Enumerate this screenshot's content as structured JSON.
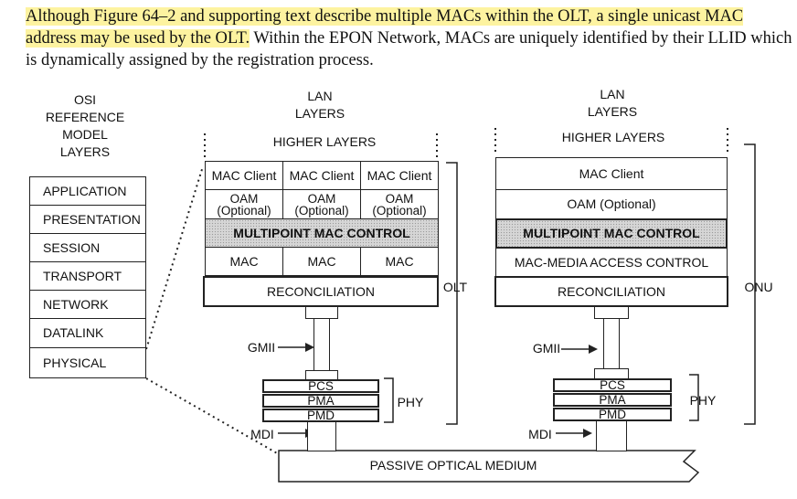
{
  "paragraph": {
    "highlighted": "Although Figure 64–2 and supporting text describe multiple MACs within the OLT, a single unicast MAC address may be used by the OLT.",
    "rest": " Within the EPON Network, MACs are uniquely identified by their LLID which is dynamically assigned by the registration process."
  },
  "osi": {
    "title": [
      "OSI",
      "REFERENCE",
      "MODEL",
      "LAYERS"
    ],
    "layers": [
      "APPLICATION",
      "PRESENTATION",
      "SESSION",
      "TRANSPORT",
      "NETWORK",
      "DATALINK",
      "PHYSICAL"
    ]
  },
  "olt": {
    "lan_title": [
      "LAN",
      "LAYERS"
    ],
    "higher": "HIGHER LAYERS",
    "mac_client": "MAC Client",
    "oam": [
      "OAM",
      "(Optional)"
    ],
    "mpcp": "MULTIPOINT MAC CONTROL",
    "mac": "MAC",
    "reconciliation": "RECONCILIATION",
    "label": "OLT",
    "gmii": "GMII",
    "pcs": "PCS",
    "pma": "PMA",
    "pmd": "PMD",
    "phy": "PHY",
    "mdi": "MDI"
  },
  "onu": {
    "lan_title": [
      "LAN",
      "LAYERS"
    ],
    "higher": "HIGHER LAYERS",
    "mac_client": "MAC Client",
    "oam": "OAM (Optional)",
    "mpcp": "MULTIPOINT MAC CONTROL",
    "mac": "MAC-MEDIA ACCESS CONTROL",
    "reconciliation": "RECONCILIATION",
    "label": "ONU",
    "gmii": "GMII",
    "pcs": "PCS",
    "pma": "PMA",
    "pmd": "PMD",
    "phy": "PHY",
    "mdi": "MDI"
  },
  "medium": "PASSIVE OPTICAL MEDIUM"
}
